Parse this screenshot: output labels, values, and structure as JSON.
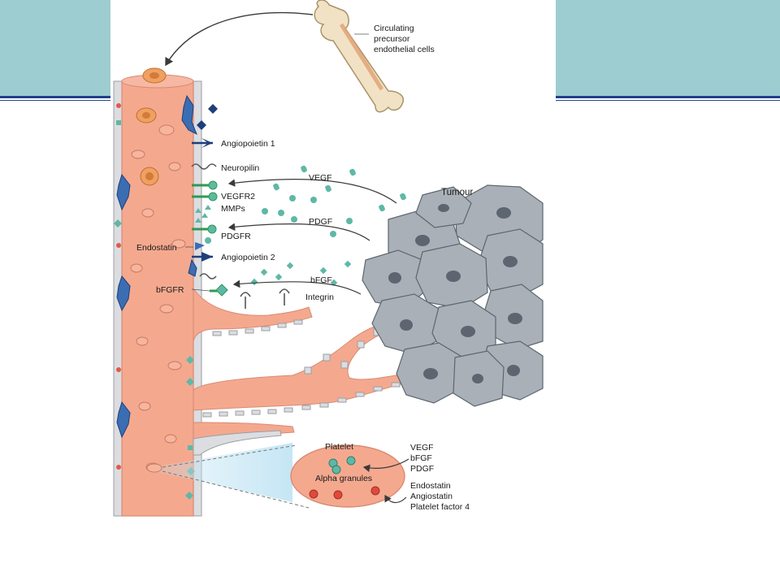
{
  "diagram": {
    "labels": {
      "circulating": [
        "Circulating",
        "precursor",
        "endothelial cells"
      ],
      "angiopoietin1": "Angiopoietin 1",
      "neuropilin": "Neuropilin",
      "vegfr2": "VEGFR2",
      "mmps": "MMPs",
      "pdgfr": "PDGFR",
      "angiopoietin2": "Angiopoietin 2",
      "endostatin": "Endostatin",
      "bfgfr": "bFGFR",
      "integrin": "Integrin",
      "vegf": "VEGF",
      "pdgf": "PDGF",
      "bfgf": "bFGF",
      "tumour": "Tumour",
      "platelet": "Platelet",
      "alpha_granules": "Alpha granules",
      "platelet_growth": [
        "VEGF",
        "bFGF",
        "PDGF"
      ],
      "platelet_inhibitors": [
        "Endostatin",
        "Angiostatin",
        "Platelet factor 4"
      ]
    },
    "colors": {
      "vessel": "#f4a98f",
      "vessel_edge": "#d98a72",
      "wall": "#dcdde0",
      "pericyte": "#3b6db3",
      "ligand": "#5fb8a6",
      "receptor_green": "#2e9a52",
      "receptor_navy": "#1e3f7a",
      "tumour_cell": "#a9b0b8",
      "tumour_nucleus": "#5d6670",
      "band": "#9dcdd1",
      "rule": "#1f3f8a"
    }
  }
}
